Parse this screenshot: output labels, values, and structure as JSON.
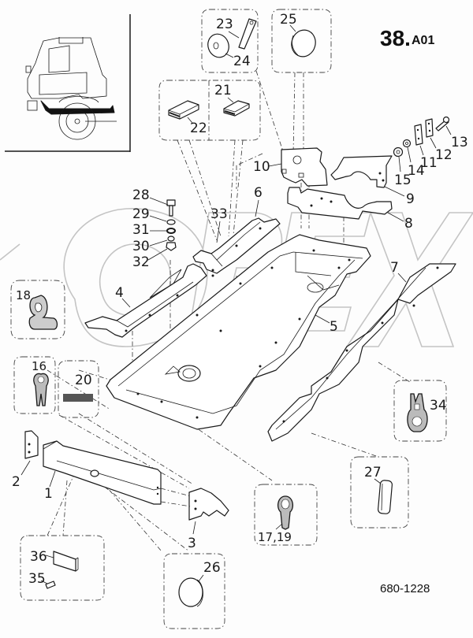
{
  "page": {
    "code_main": "38.",
    "code_sub": "A01",
    "drawing_number": "680-1228",
    "watermark": "OPEX"
  },
  "locator": {
    "description": "truck cab side view with highlighted floor frame"
  },
  "callouts": {
    "c1": "1",
    "c2": "2",
    "c3": "3",
    "c4": "4",
    "c5": "5",
    "c6": "6",
    "c7": "7",
    "c8": "8",
    "c9": "9",
    "c10": "10",
    "c11": "11",
    "c12": "12",
    "c13": "13",
    "c14": "14",
    "c15": "15",
    "c16": "16",
    "c17_19": "17,19",
    "c18": "18",
    "c20": "20",
    "c21": "21",
    "c22": "22",
    "c23": "23",
    "c24": "24",
    "c25": "25",
    "c26": "26",
    "c27": "27",
    "c28": "28",
    "c29": "29",
    "c30": "30",
    "c31": "31",
    "c32": "32",
    "c33": "33",
    "c34": "34",
    "c35": "35",
    "c36": "36"
  },
  "detail_boxes": [
    {
      "id": "box-23-24",
      "parts": [
        "23",
        "24"
      ]
    },
    {
      "id": "box-25",
      "parts": [
        "25"
      ]
    },
    {
      "id": "box-21-22",
      "parts": [
        "21",
        "22"
      ]
    },
    {
      "id": "box-18",
      "parts": [
        "18"
      ]
    },
    {
      "id": "box-16",
      "parts": [
        "16"
      ]
    },
    {
      "id": "box-20",
      "parts": [
        "20"
      ]
    },
    {
      "id": "box-34",
      "parts": [
        "34"
      ]
    },
    {
      "id": "box-27",
      "parts": [
        "27"
      ]
    },
    {
      "id": "box-17-19",
      "parts": [
        "17,19"
      ]
    },
    {
      "id": "box-35-36",
      "parts": [
        "35",
        "36"
      ]
    },
    {
      "id": "box-26",
      "parts": [
        "26"
      ]
    }
  ]
}
